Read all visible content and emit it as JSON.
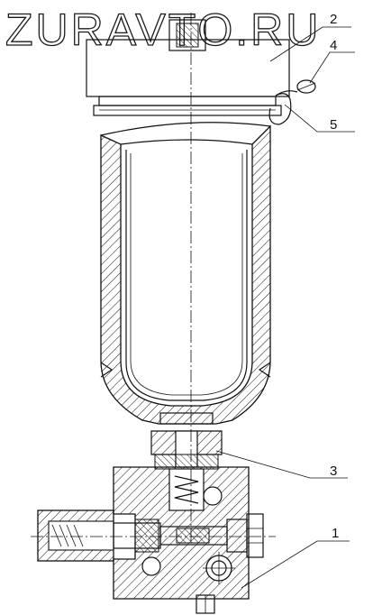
{
  "watermark": "ZURAVTO.RU",
  "callouts": [
    {
      "id": "1",
      "label": "1"
    },
    {
      "id": "2",
      "label": "2"
    },
    {
      "id": "3",
      "label": "3"
    },
    {
      "id": "4",
      "label": "4"
    },
    {
      "id": "5",
      "label": "5"
    }
  ],
  "colors": {
    "line": "#111111",
    "background": "#ffffff"
  }
}
